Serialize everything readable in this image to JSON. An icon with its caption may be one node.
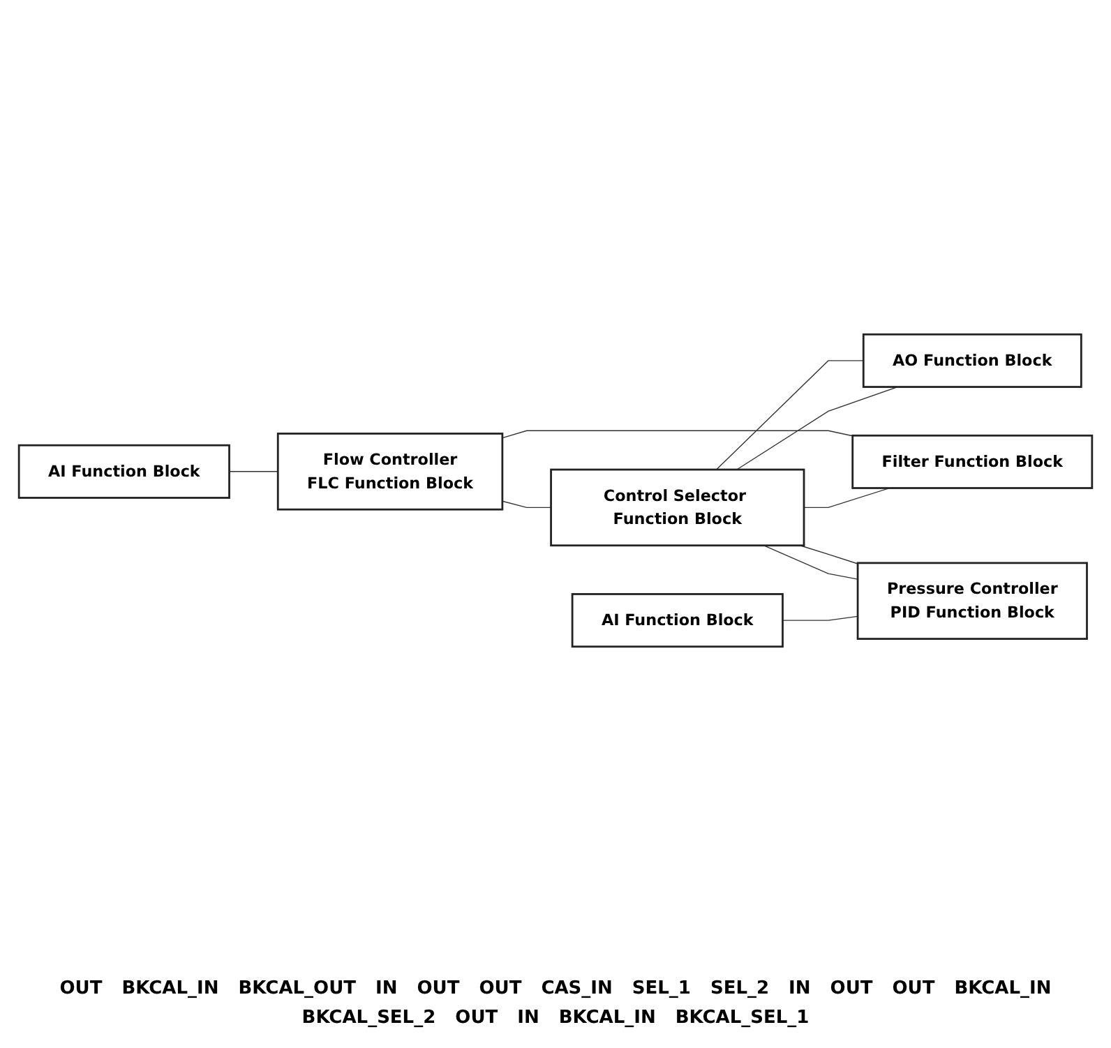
{
  "diagram": {
    "nodes": [
      {
        "text": [
          "AI Function Block"
        ]
      },
      {
        "text": [
          "Flow Controller",
          "FLC Function Block"
        ]
      },
      {
        "text": [
          "Control Selector Function Block"
        ]
      },
      {
        "text": [
          "AO Function Block"
        ]
      },
      {
        "text": [
          "Pressure Controller",
          "PID Function Block"
        ]
      },
      {
        "text": [
          "AI Function Block"
        ]
      },
      {
        "text": [
          "Filter Function Block"
        ]
      }
    ],
    "edges": [
      {
        "from": 0,
        "to": 1,
        "arrow": "none"
      },
      {
        "from": 1,
        "to": 2,
        "arrow": "none"
      },
      {
        "from": 3,
        "to": 2,
        "arrow": "none"
      },
      {
        "from": 2,
        "to": 3,
        "arrow": "none"
      },
      {
        "from": 4,
        "to": 2,
        "arrow": "none"
      },
      {
        "from": 5,
        "to": 4,
        "arrow": "none"
      },
      {
        "from": 2,
        "to": 6,
        "arrow": "none"
      },
      {
        "from": 2,
        "to": 4,
        "arrow": "none"
      },
      {
        "from": 6,
        "to": 1,
        "arrow": "none"
      }
    ],
    "labels": [
      "OUT",
      "BKCAL_IN",
      "BKCAL_OUT",
      "IN",
      "OUT",
      "OUT",
      "CAS_IN",
      "SEL_1",
      "SEL_2",
      "IN",
      "OUT",
      "OUT",
      "BKCAL_IN",
      "BKCAL_SEL_2",
      "OUT",
      "IN",
      "BKCAL_IN",
      "BKCAL_SEL_1"
    ]
  }
}
